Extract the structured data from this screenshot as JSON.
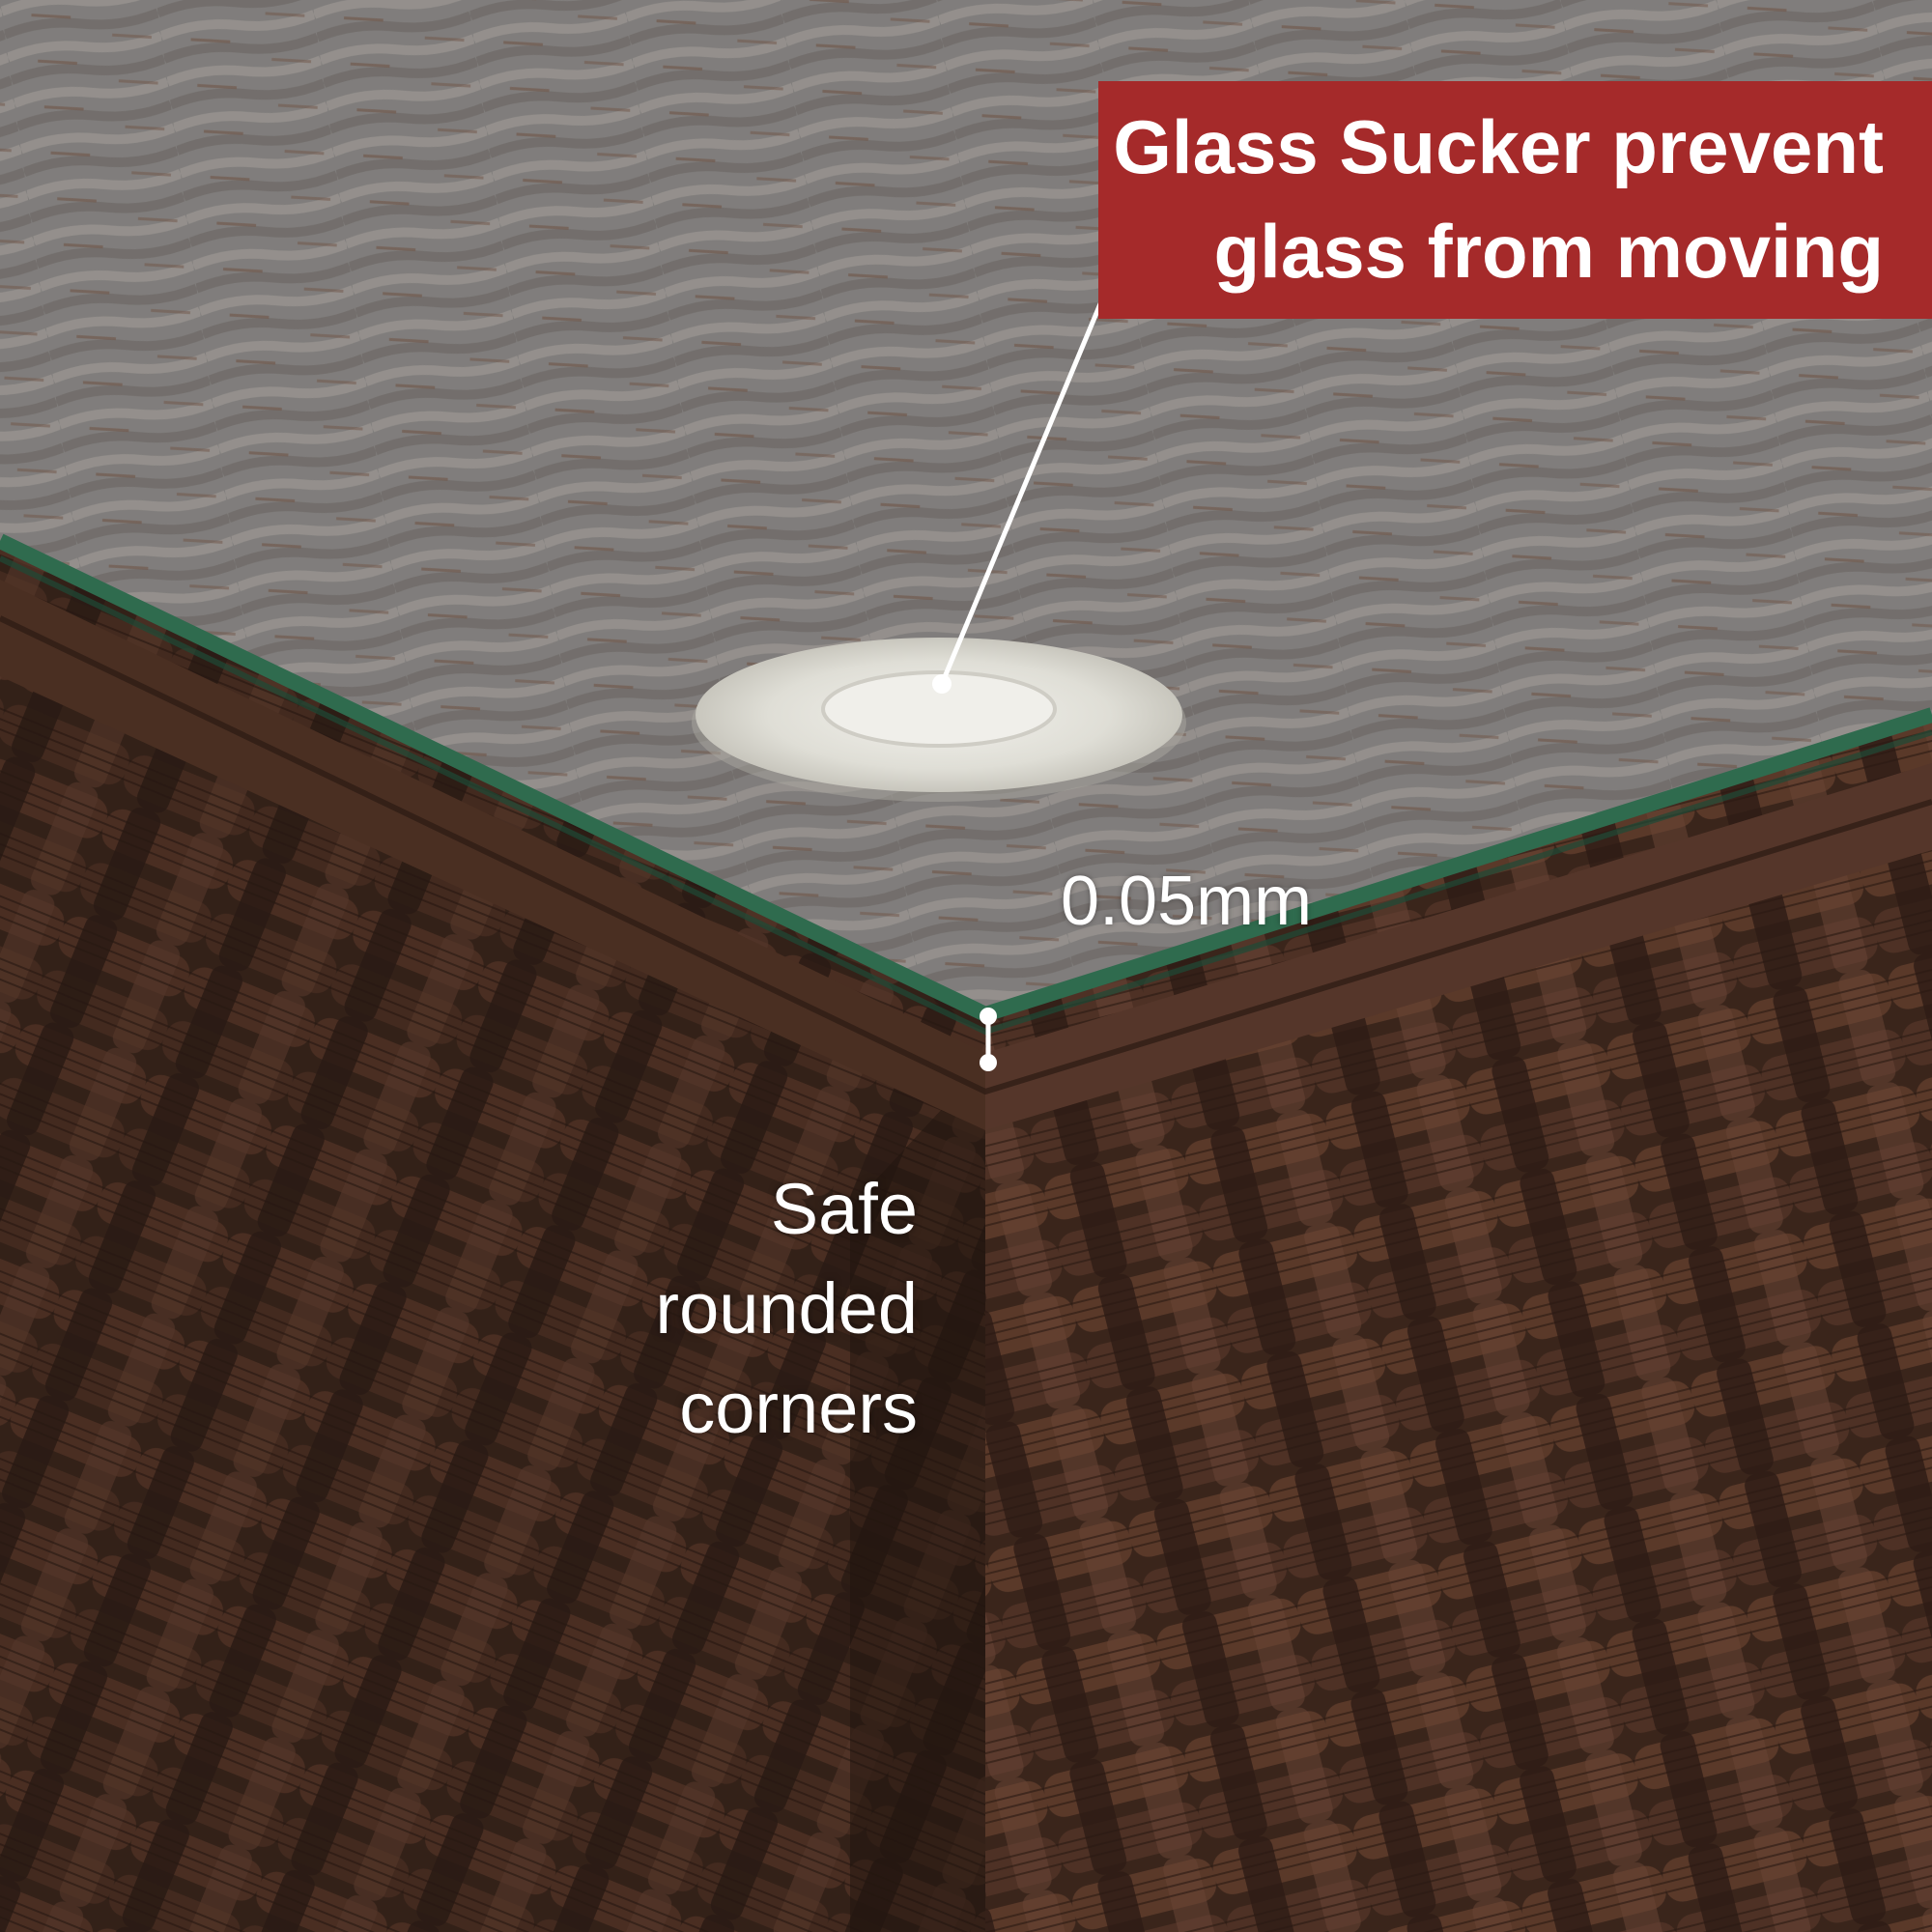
{
  "callout": {
    "line1": "Glass Sucker prevent",
    "line2": "glass from moving",
    "background": "#a52a2a"
  },
  "thickness_label": "0.05mm",
  "corner_label": {
    "line1": "Safe",
    "line2": "rounded",
    "line3": "corners"
  },
  "colors": {
    "glass_edge": "#2f6b4e",
    "rattan": "#4a2f22",
    "sucker": "#e6e6e0"
  }
}
